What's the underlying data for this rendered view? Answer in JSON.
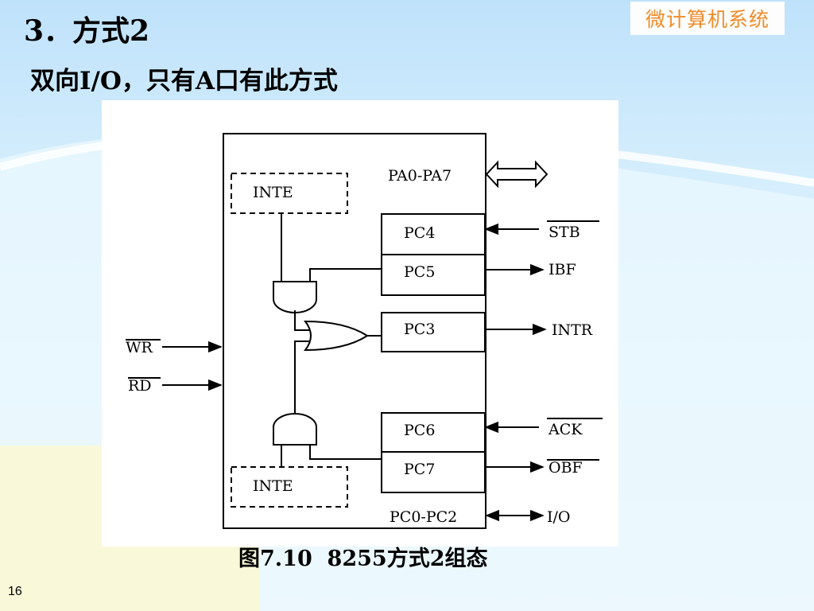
{
  "slide": {
    "title": "3．方式2",
    "subtitle": "双向I/O，只有A口有此方式",
    "brand": "微计算机系统",
    "caption": "图7.10  8255方式2组态",
    "page_number": "16"
  },
  "diagram": {
    "port_bus": "PA0-PA7",
    "inte_top": "INTE",
    "inte_bottom": "INTE",
    "pc4": "PC4",
    "pc5": "PC5",
    "pc3": "PC3",
    "pc6": "PC6",
    "pc7": "PC7",
    "pc_low": "PC0-PC2",
    "sig_stb": "STB",
    "sig_ibf": "IBF",
    "sig_intr": "INTR",
    "sig_ack": "ACK",
    "sig_obf": "OBF",
    "sig_io": "I/O",
    "sig_wr": "WR",
    "sig_rd": "RD"
  },
  "colors": {
    "brand_text": "#f08c2a",
    "background_top": "#bfe2fb",
    "swoosh": "#ffffff"
  }
}
